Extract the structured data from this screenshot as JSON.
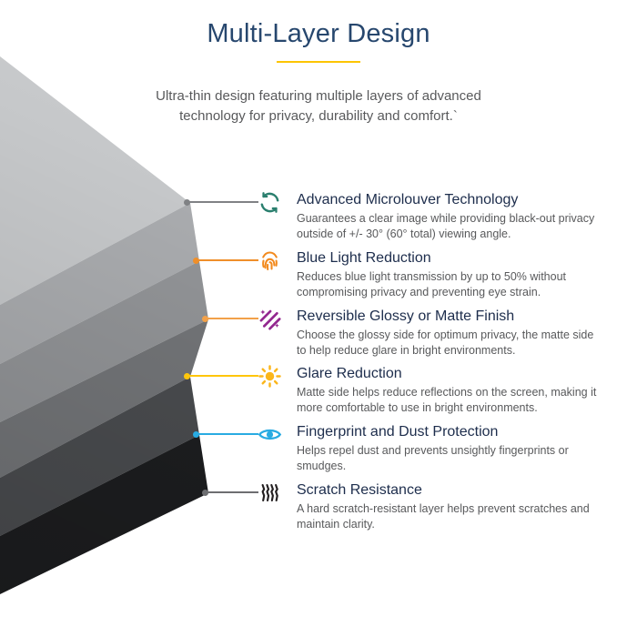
{
  "page": {
    "title": "Multi-Layer Design",
    "subtitle": [
      "Ultra-thin design featuring multiple layers of advanced",
      "technology for privacy, durability and comfort.`"
    ],
    "title_color": "#27476e",
    "accent_underline_color": "#fdc500",
    "body_text_color": "#58595b"
  },
  "layers": [
    {
      "name": "layer-1",
      "color": "#c6c8ca"
    },
    {
      "name": "layer-2",
      "color": "#aaacaf"
    },
    {
      "name": "layer-3",
      "color": "#939598"
    },
    {
      "name": "layer-4",
      "color": "#747679"
    },
    {
      "name": "layer-5",
      "color": "#4b4d50"
    },
    {
      "name": "layer-6",
      "color": "#1d1e20"
    }
  ],
  "features": [
    {
      "icon": "sync-arrows-icon",
      "icon_color": "#2a7f6e",
      "line_color": "#808285",
      "title": "Advanced Microlouver Technology",
      "description": "Guarantees a clear image while providing black-out privacy outside of +/- 30° (60° total) viewing angle."
    },
    {
      "icon": "fingerprint-icon",
      "icon_color": "#f28a1e",
      "line_color": "#ef8f2a",
      "title": "Blue Light Reduction",
      "description": "Reduces blue light transmission by up to 50% without compromising privacy and preventing eye strain."
    },
    {
      "icon": "glossy-matte-icon",
      "icon_color": "#93278f",
      "line_color": "#f2a149",
      "title": "Reversible Glossy or Matte Finish",
      "description": "Choose the glossy side for optimum privacy, the matte side to help reduce glare in bright environments."
    },
    {
      "icon": "sun-icon",
      "icon_color": "#fbb61c",
      "line_color": "#ffc60b",
      "title": "Glare Reduction",
      "description": "Matte side helps reduce reflections on the screen, making it more comfortable to use in bright environments."
    },
    {
      "icon": "eye-icon",
      "icon_color": "#29abe2",
      "line_color": "#29abe2",
      "title": "Fingerprint and Dust Protection",
      "description": "Helps repel dust and prevents unsightly fingerprints or smudges."
    },
    {
      "icon": "scratch-icon",
      "icon_color": "#231f20",
      "line_color": "#6d6e71",
      "title": "Scratch Resistance",
      "description": "A hard scratch-resistant layer helps prevent scratches and maintain clarity."
    }
  ]
}
